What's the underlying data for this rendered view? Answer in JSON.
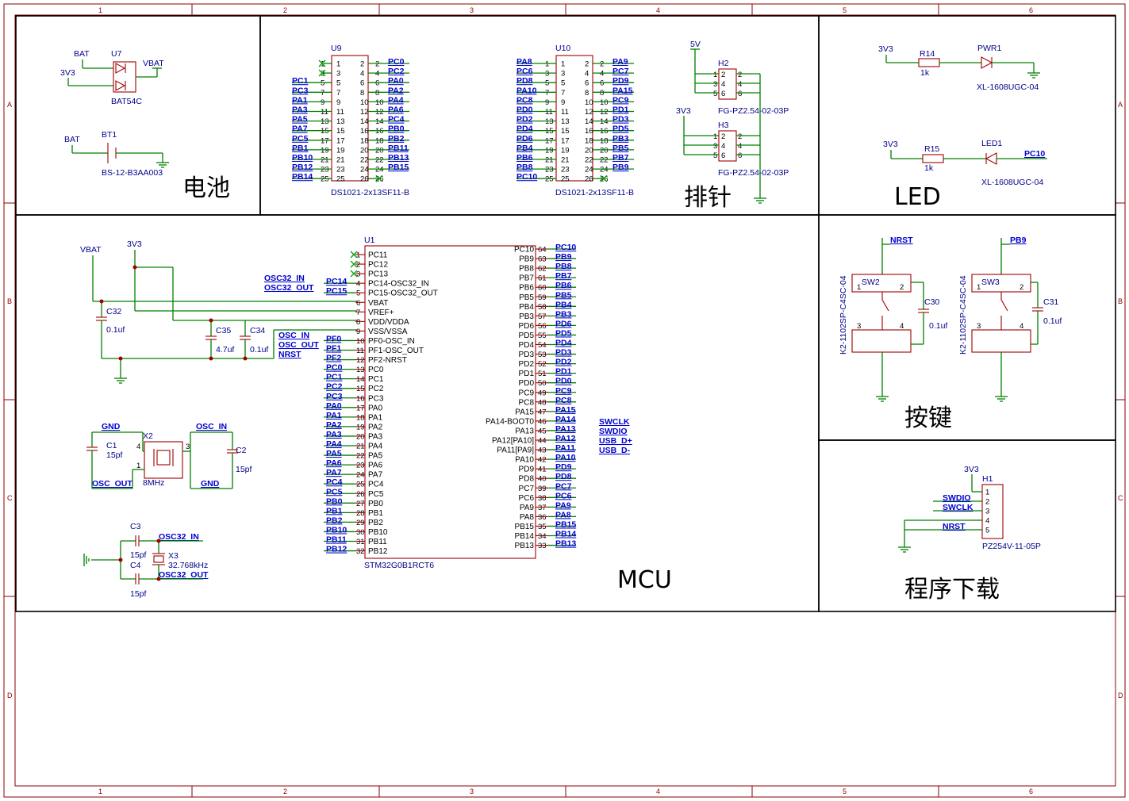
{
  "ruler": {
    "columns": [
      "1",
      "2",
      "3",
      "4",
      "5",
      "6"
    ],
    "rows": [
      "A",
      "B",
      "C",
      "D"
    ]
  },
  "sections": {
    "battery": "电池",
    "header": "排针",
    "led": "LED",
    "mcu": "MCU",
    "key": "按键",
    "download": "程序下载"
  },
  "battery": {
    "u7": {
      "ref": "U7",
      "value": "BAT54C",
      "bat": "BAT",
      "v33": "3V3",
      "vbat": "VBAT"
    },
    "bt1": {
      "ref": "BT1",
      "value": "BS-12-B3AA003",
      "bat": "BAT"
    }
  },
  "u9": {
    "ref": "U9",
    "value": "DS1021-2x13SF11-B",
    "left": [
      "",
      "",
      "PC1",
      "PC3",
      "PA1",
      "PA3",
      "PA5",
      "PA7",
      "PC5",
      "PB1",
      "PB10",
      "PB12",
      "PB14"
    ],
    "right": [
      "PC0",
      "PC2",
      "PA0",
      "PA2",
      "PA4",
      "PA6",
      "PC4",
      "PB0",
      "PB2",
      "PB11",
      "PB13",
      "PB15",
      ""
    ]
  },
  "u10": {
    "ref": "U10",
    "value": "DS1021-2x13SF11-B",
    "left": [
      "PA8",
      "PC6",
      "PD8",
      "PA10",
      "PC8",
      "PD0",
      "PD2",
      "PD4",
      "PD6",
      "PB4",
      "PB6",
      "PB8",
      "PC10"
    ],
    "right": [
      "PA9",
      "PC7",
      "PD9",
      "PA15",
      "PC9",
      "PD1",
      "PD3",
      "PD5",
      "PB3",
      "PB5",
      "PB7",
      "PB9",
      ""
    ]
  },
  "h2": {
    "ref": "H2",
    "value": "FG-PZ2.54-02-03P",
    "net": "5V"
  },
  "h3": {
    "ref": "H3",
    "value": "FG-PZ2.54-02-03P",
    "net": "3V3"
  },
  "led": {
    "r14": {
      "ref": "R14",
      "value": "1k",
      "net": "3V3"
    },
    "pwr1": {
      "ref": "PWR1",
      "value": "XL-1608UGC-04"
    },
    "r15": {
      "ref": "R15",
      "value": "1k",
      "net": "3V3"
    },
    "led1": {
      "ref": "LED1",
      "value": "XL-1608UGC-04",
      "net": "PC10"
    }
  },
  "mcu": {
    "ref": "U1",
    "value": "STM32G0B1RCT6",
    "left_pins": [
      {
        "num": "1",
        "name": "PC11",
        "net": ""
      },
      {
        "num": "2",
        "name": "PC12",
        "net": ""
      },
      {
        "num": "3",
        "name": "PC13",
        "net": ""
      },
      {
        "num": "4",
        "name": "PC14-OSC32_IN",
        "net": "PC14"
      },
      {
        "num": "5",
        "name": "PC15-OSC32_OUT",
        "net": "PC15"
      },
      {
        "num": "6",
        "name": "VBAT",
        "net": ""
      },
      {
        "num": "7",
        "name": "VREF+",
        "net": ""
      },
      {
        "num": "8",
        "name": "VDD/VDDA",
        "net": ""
      },
      {
        "num": "9",
        "name": "VSS/VSSA",
        "net": ""
      },
      {
        "num": "10",
        "name": "PF0-OSC_IN",
        "net": "PF0"
      },
      {
        "num": "11",
        "name": "PF1-OSC_OUT",
        "net": "PF1"
      },
      {
        "num": "12",
        "name": "PF2-NRST",
        "net": "PF2"
      },
      {
        "num": "13",
        "name": "PC0",
        "net": "PC0"
      },
      {
        "num": "14",
        "name": "PC1",
        "net": "PC1"
      },
      {
        "num": "15",
        "name": "PC2",
        "net": "PC2"
      },
      {
        "num": "16",
        "name": "PC3",
        "net": "PC3"
      },
      {
        "num": "17",
        "name": "PA0",
        "net": "PA0"
      },
      {
        "num": "18",
        "name": "PA1",
        "net": "PA1"
      },
      {
        "num": "19",
        "name": "PA2",
        "net": "PA2"
      },
      {
        "num": "20",
        "name": "PA3",
        "net": "PA3"
      },
      {
        "num": "21",
        "name": "PA4",
        "net": "PA4"
      },
      {
        "num": "22",
        "name": "PA5",
        "net": "PA5"
      },
      {
        "num": "23",
        "name": "PA6",
        "net": "PA6"
      },
      {
        "num": "24",
        "name": "PA7",
        "net": "PA7"
      },
      {
        "num": "25",
        "name": "PC4",
        "net": "PC4"
      },
      {
        "num": "26",
        "name": "PC5",
        "net": "PC5"
      },
      {
        "num": "27",
        "name": "PB0",
        "net": "PB0"
      },
      {
        "num": "28",
        "name": "PB1",
        "net": "PB1"
      },
      {
        "num": "29",
        "name": "PB2",
        "net": "PB2"
      },
      {
        "num": "30",
        "name": "PB10",
        "net": "PB10"
      },
      {
        "num": "31",
        "name": "PB11",
        "net": "PB11"
      },
      {
        "num": "32",
        "name": "PB12",
        "net": "PB12"
      }
    ],
    "right_pins": [
      {
        "num": "64",
        "name": "PC10",
        "net": "PC10"
      },
      {
        "num": "63",
        "name": "PB9",
        "net": "PB9"
      },
      {
        "num": "62",
        "name": "PB8",
        "net": "PB8"
      },
      {
        "num": "61",
        "name": "PB7",
        "net": "PB7"
      },
      {
        "num": "60",
        "name": "PB6",
        "net": "PB6"
      },
      {
        "num": "59",
        "name": "PB5",
        "net": "PB5"
      },
      {
        "num": "58",
        "name": "PB4",
        "net": "PB4"
      },
      {
        "num": "57",
        "name": "PB3",
        "net": "PB3"
      },
      {
        "num": "56",
        "name": "PD6",
        "net": "PD6"
      },
      {
        "num": "55",
        "name": "PD5",
        "net": "PD5"
      },
      {
        "num": "54",
        "name": "PD4",
        "net": "PD4"
      },
      {
        "num": "53",
        "name": "PD3",
        "net": "PD3"
      },
      {
        "num": "52",
        "name": "PD2",
        "net": "PD2"
      },
      {
        "num": "51",
        "name": "PD1",
        "net": "PD1"
      },
      {
        "num": "50",
        "name": "PD0",
        "net": "PD0"
      },
      {
        "num": "49",
        "name": "PC9",
        "net": "PC9"
      },
      {
        "num": "48",
        "name": "PC8",
        "net": "PC8"
      },
      {
        "num": "47",
        "name": "PA15",
        "net": "PA15"
      },
      {
        "num": "46",
        "name": "PA14-BOOT0",
        "net": "PA14"
      },
      {
        "num": "45",
        "name": "PA13",
        "net": "PA13"
      },
      {
        "num": "44",
        "name": "PA12[PA10]",
        "net": "PA12"
      },
      {
        "num": "43",
        "name": "PA11[PA9]",
        "net": "PA11"
      },
      {
        "num": "42",
        "name": "PA10",
        "net": "PA10"
      },
      {
        "num": "41",
        "name": "PD9",
        "net": "PD9"
      },
      {
        "num": "40",
        "name": "PD8",
        "net": "PD8"
      },
      {
        "num": "39",
        "name": "PC7",
        "net": "PC7"
      },
      {
        "num": "38",
        "name": "PC6",
        "net": "PC6"
      },
      {
        "num": "37",
        "name": "PA9",
        "net": "PA9"
      },
      {
        "num": "36",
        "name": "PA8",
        "net": "PA8"
      },
      {
        "num": "35",
        "name": "PB15",
        "net": "PB15"
      },
      {
        "num": "34",
        "name": "PB14",
        "net": "PB14"
      },
      {
        "num": "33",
        "name": "PB13",
        "net": "PB13"
      }
    ],
    "left_ports": {
      "osc32_in": "OSC32_IN",
      "osc32_out": "OSC32_OUT",
      "osc_in": "OSC_IN",
      "osc_out": "OSC_OUT",
      "nrst": "NRST"
    },
    "right_ports": {
      "swclk": "SWCLK",
      "swdio": "SWDIO",
      "usb_dp": "USB_D+",
      "usb_dm": "USB_D-"
    },
    "power": {
      "vbat": "VBAT",
      "v33": "3V3"
    },
    "caps": {
      "c32": {
        "ref": "C32",
        "value": "0.1uf"
      },
      "c35": {
        "ref": "C35",
        "value": "4.7uf"
      },
      "c34": {
        "ref": "C34",
        "value": "0.1uf"
      }
    }
  },
  "crystal8m": {
    "x2": {
      "ref": "X2",
      "value": "8MHz",
      "p1": "1",
      "p3": "3",
      "p4": "4"
    },
    "c1": {
      "ref": "C1",
      "value": "15pf"
    },
    "c2": {
      "ref": "C2",
      "value": "15pf"
    },
    "gnd1": "GND",
    "gnd2": "GND",
    "osc_in": "OSC_IN",
    "osc_out": "OSC_OUT"
  },
  "crystal32k": {
    "x3": {
      "ref": "X3",
      "value": "32.768kHz"
    },
    "c3": {
      "ref": "C3",
      "value": "15pf"
    },
    "c4": {
      "ref": "C4",
      "value": "15pf"
    },
    "osc32_in": "OSC32_IN",
    "osc32_out": "OSC32_OUT"
  },
  "keys": {
    "sw2": {
      "ref": "SW2",
      "value": "K2-1102SP-C4SC-04",
      "net": "NRST",
      "cap": "C30",
      "capval": "0.1uf"
    },
    "sw3": {
      "ref": "SW3",
      "value": "K2-1102SP-C4SC-04",
      "net": "PB9",
      "cap": "C31",
      "capval": "0.1uf"
    }
  },
  "download": {
    "h1": {
      "ref": "H1",
      "value": "PZ254V-11-05P",
      "net": "3V3"
    },
    "pins": [
      {
        "num": "1",
        "net": ""
      },
      {
        "num": "2",
        "net": "SWDIO"
      },
      {
        "num": "3",
        "net": "SWCLK"
      },
      {
        "num": "4",
        "net": ""
      },
      {
        "num": "5",
        "net": "NRST"
      }
    ]
  }
}
